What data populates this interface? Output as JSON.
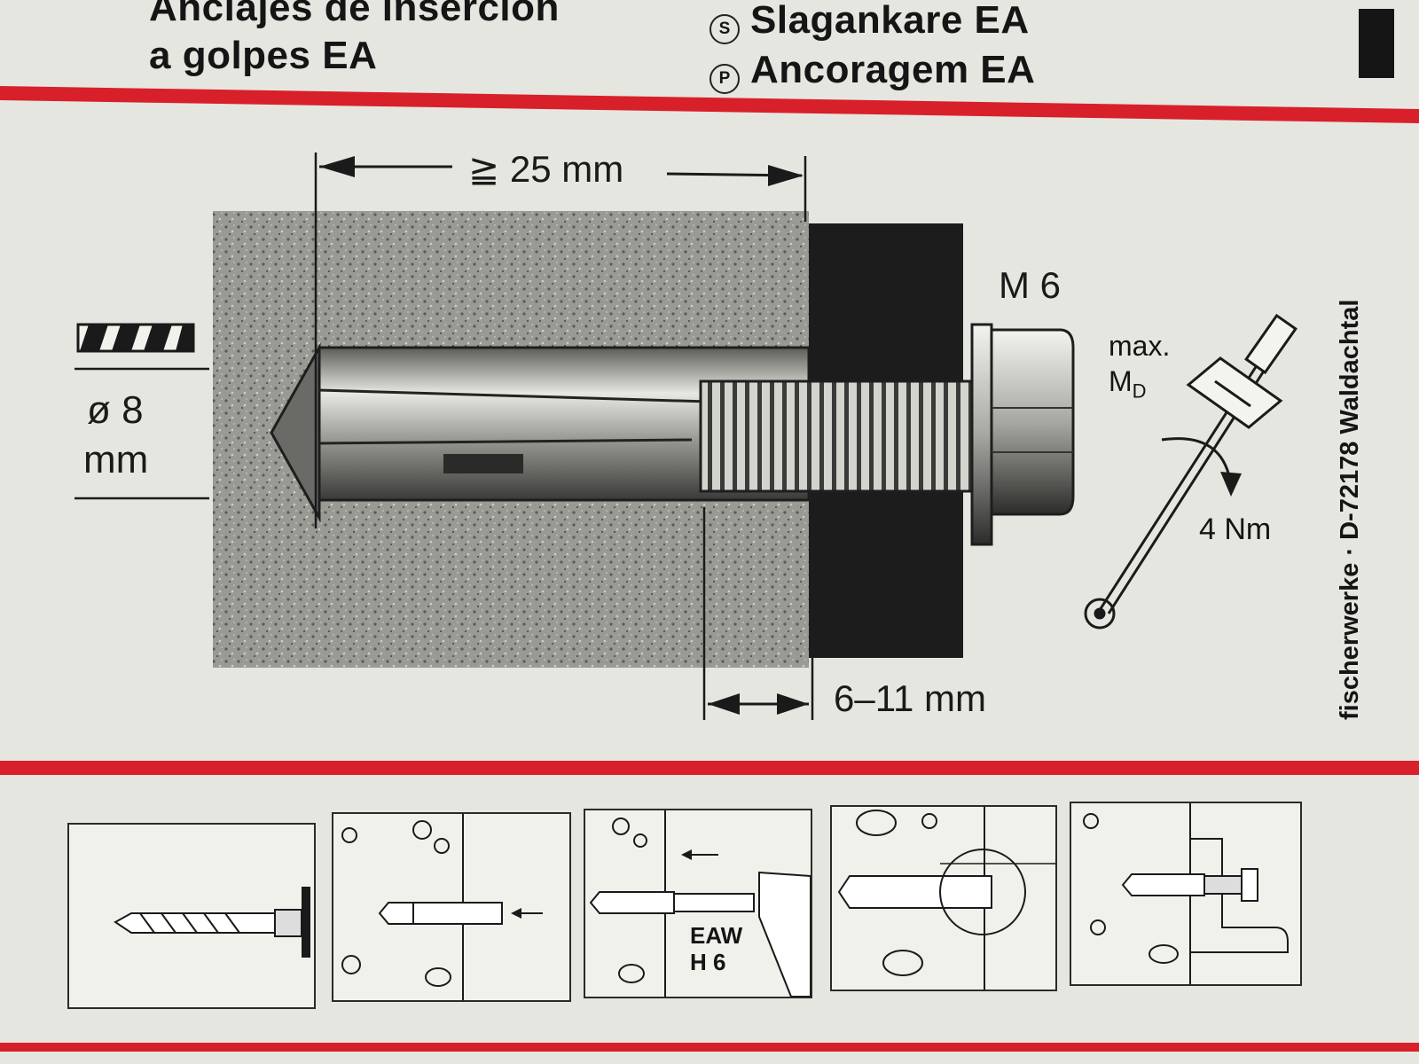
{
  "header": {
    "es_line1": "Anclajes de inserción",
    "es_line2": "a golpes EA",
    "sv_circle": "S",
    "sv_text": "Slagankare EA",
    "pt_circle": "P",
    "pt_text": "Ancoragem EA"
  },
  "diagram": {
    "min_depth": "≧ 25 mm",
    "drill_diameter_line1": "ø 8",
    "drill_diameter_line2": "mm",
    "thread_size": "M 6",
    "torque_label_line1": "max.",
    "torque_label_line2": "M",
    "torque_label_sub": "D",
    "torque_value": "4 Nm",
    "fixture_thickness": "6–11 mm"
  },
  "side_text": {
    "right": "fischerwerke · D-72178 Waldachtal"
  },
  "steps": {
    "step3_tool_line1": "EAW",
    "step3_tool_line2": "H 6"
  },
  "colors": {
    "accent_red": "#d8202a",
    "paper": "#e6e6e0",
    "concrete": "#8e8e88",
    "fixture": "#1c1c1c"
  }
}
